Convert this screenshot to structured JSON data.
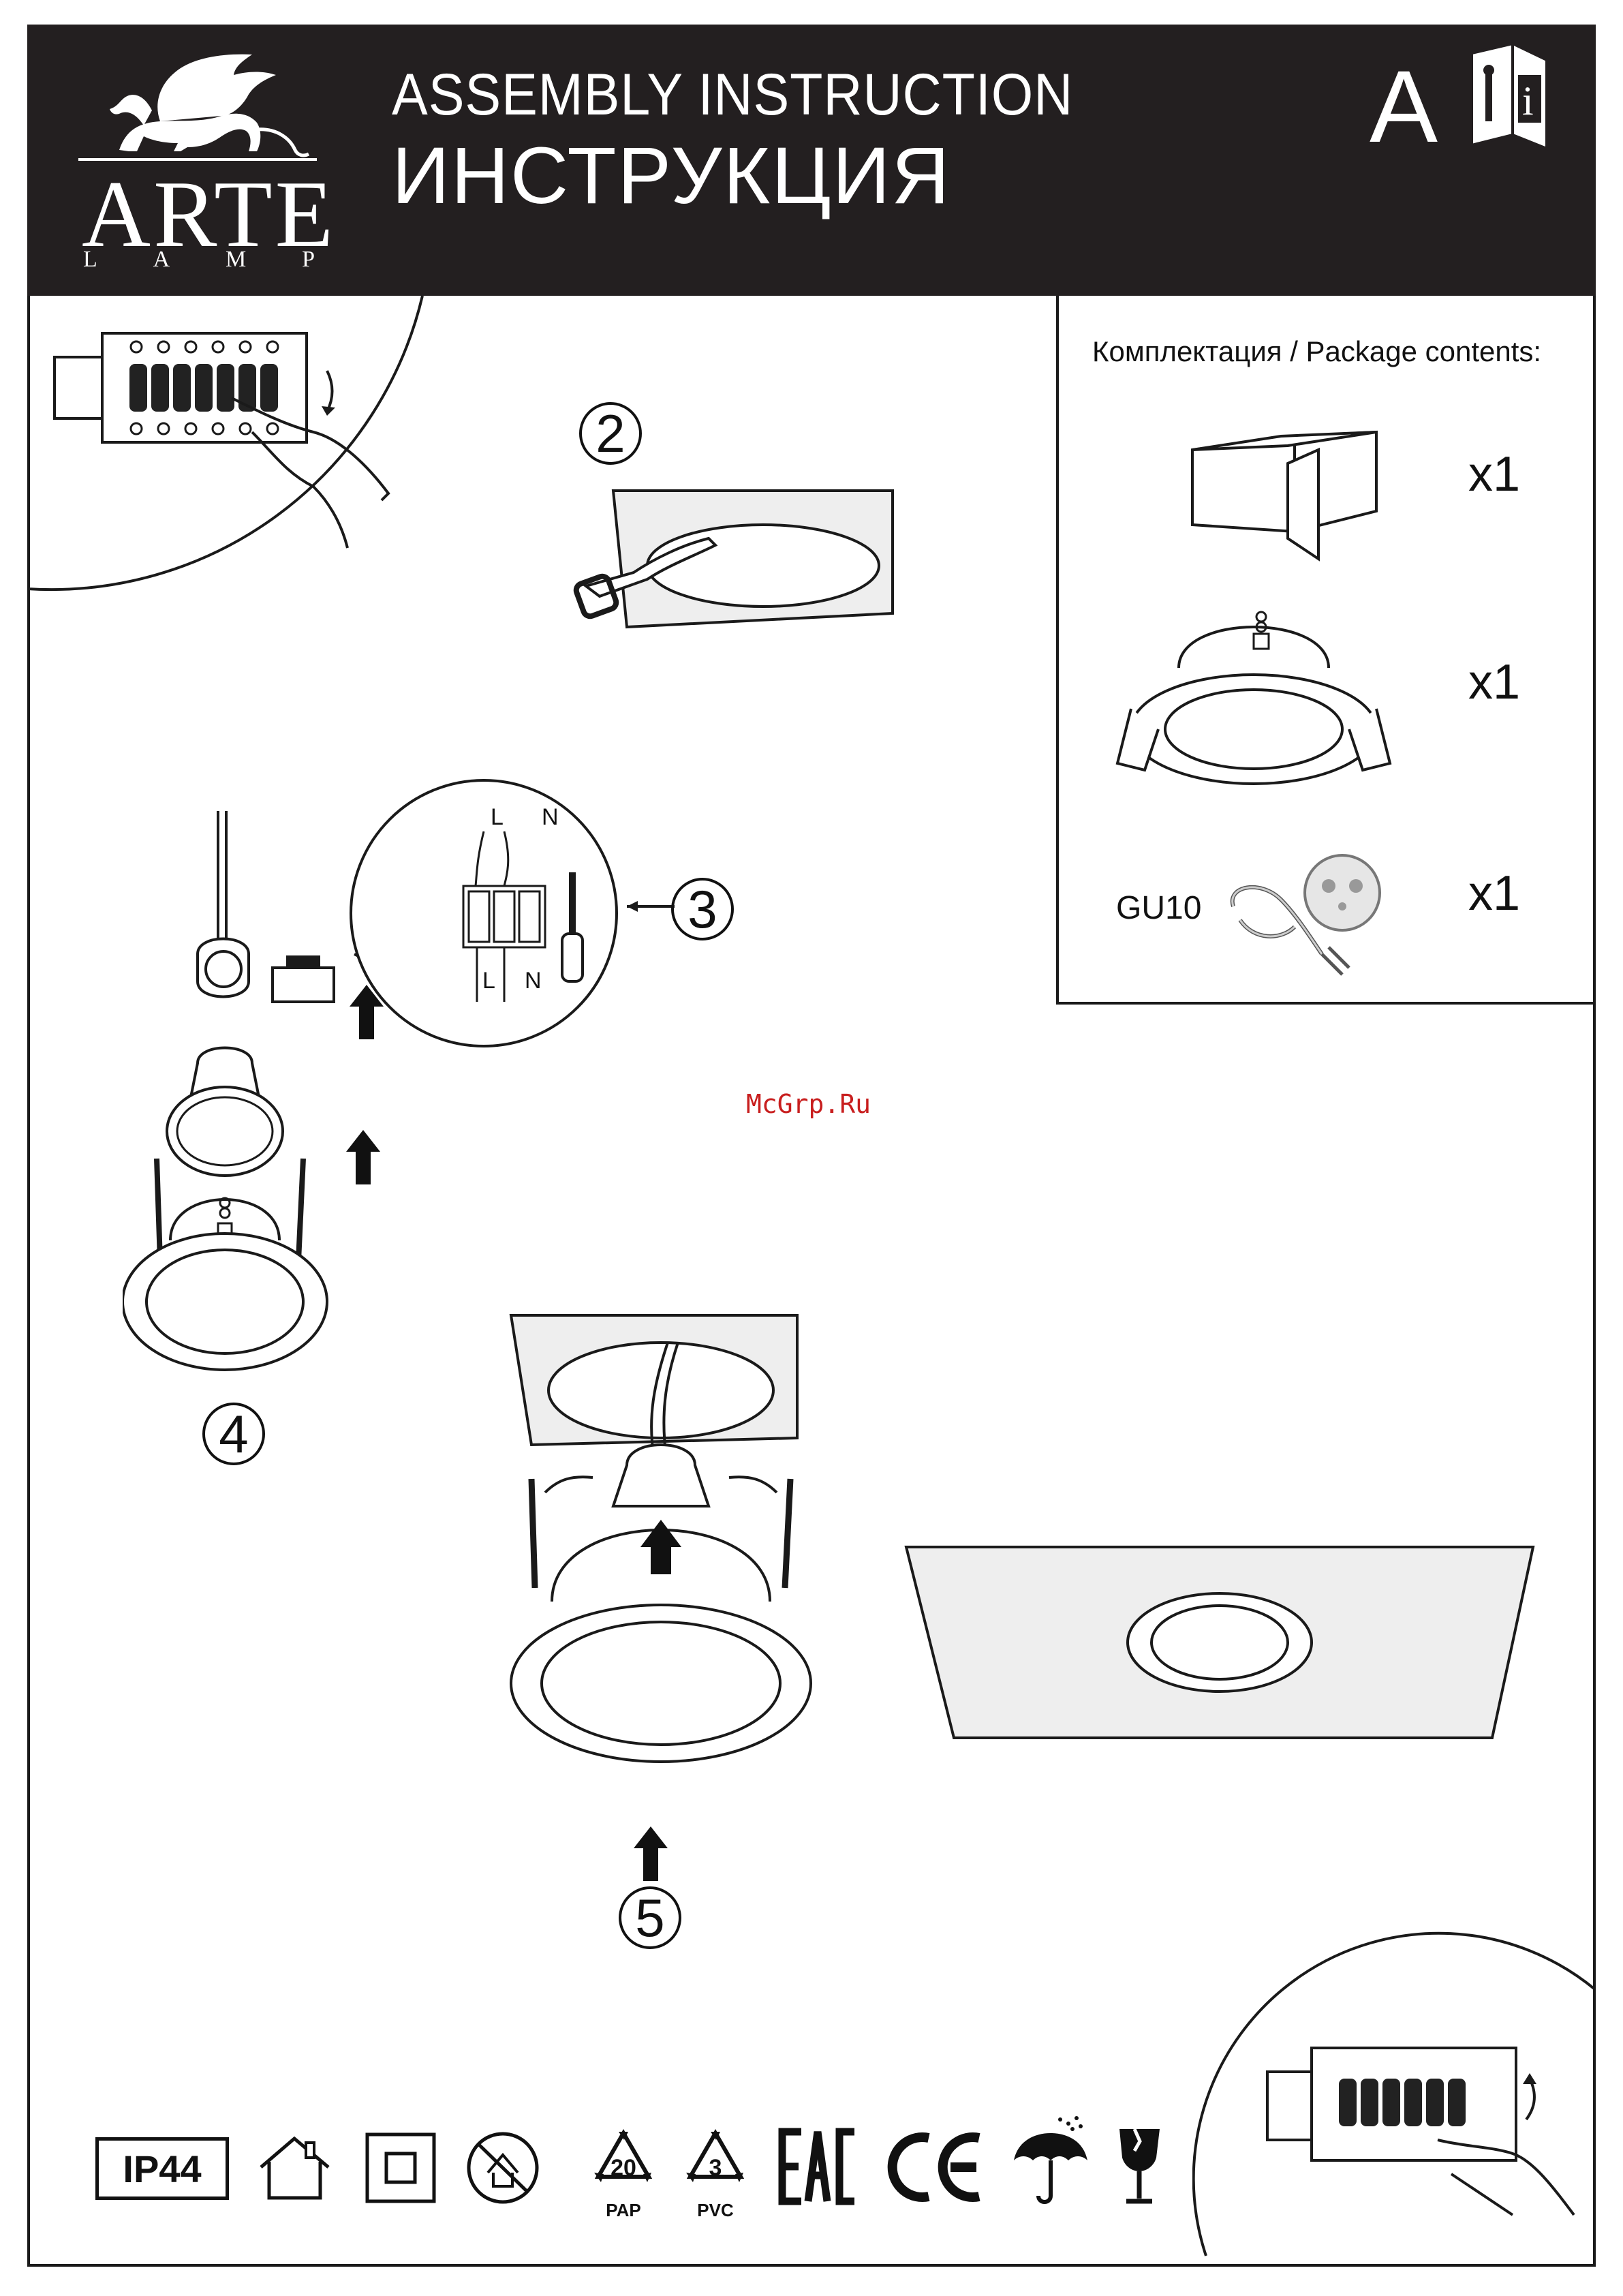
{
  "header": {
    "brand_name": "ARTE",
    "brand_sub": [
      "L",
      "A",
      "M",
      "P"
    ],
    "title_en": "ASSEMBLY INSTRUCTION",
    "title_ru": "ИНСТРУКЦИЯ",
    "doc_letter": "A"
  },
  "package": {
    "title": "Комплектация / Package contents:",
    "items": [
      {
        "qty": "x1"
      },
      {
        "qty": "x1"
      },
      {
        "label": "GU10",
        "qty": "x1"
      }
    ]
  },
  "steps": {
    "step2": "2",
    "step3": "3",
    "step4": "4",
    "step5": "5"
  },
  "wiring": {
    "live": "L",
    "neutral": "N"
  },
  "watermark": "McGrp.Ru",
  "footer": {
    "ip_rating": "IP44",
    "recycle_pap_number": "20",
    "recycle_pap_label": "PAP",
    "recycle_pvc_number": "3",
    "recycle_pvc_label": "PVC"
  },
  "colors": {
    "header_bg": "#231f20",
    "watermark": "#c81e1e",
    "line": "#1a1a1a"
  }
}
